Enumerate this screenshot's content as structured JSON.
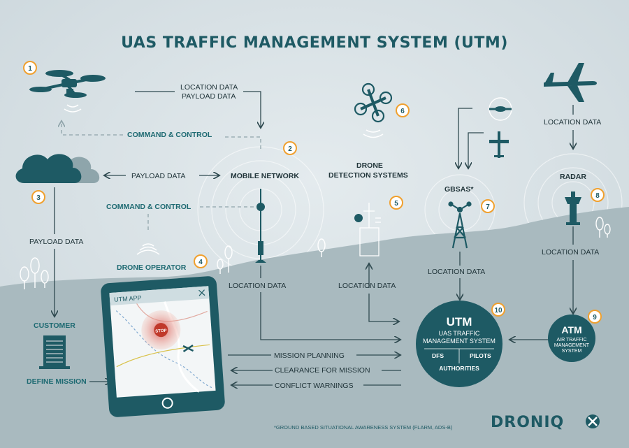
{
  "title": "UAS TRAFFIC MANAGEMENT SYSTEM (UTM)",
  "numbers": [
    "1",
    "2",
    "3",
    "4",
    "5",
    "6",
    "7",
    "8",
    "9",
    "10"
  ],
  "labels": {
    "location_payload_1": "LOCATION DATA",
    "location_payload_2": "PAYLOAD DATA",
    "command_control_top": "COMMAND & CONTROL",
    "payload_data_mid": "PAYLOAD DATA",
    "mobile_network": "MOBILE NETWORK",
    "command_control_mid": "COMMAND & CONTROL",
    "payload_data_left": "PAYLOAD DATA",
    "drone_detection_1": "DRONE",
    "drone_detection_2": "DETECTION SYSTEMS",
    "gbsas": "GBSAS*",
    "radar": "RADAR",
    "location_data_plane": "LOCATION DATA",
    "location_data_radar": "LOCATION DATA",
    "location_data_gbsas": "LOCATION DATA",
    "location_data_detection": "LOCATION DATA",
    "location_data_network": "LOCATION DATA",
    "drone_operator": "DRONE OPERATOR",
    "customer": "CUSTOMER",
    "define_mission": "DEFINE MISSION",
    "mission_planning": "MISSION PLANNING",
    "clearance": "CLEARANCE FOR MISSION",
    "conflict": "CONFLICT WARNINGS",
    "footnote": "*GROUND BASED SITUATIONAL AWARENESS SYSTEM (FLARM, ADS-B)"
  },
  "app": {
    "title": "UTM APP",
    "stop": "STOP"
  },
  "utm": {
    "title": "UTM",
    "sub1": "UAS TRAFFIC",
    "sub2": "MANAGEMENT SYSTEM",
    "dfs": "DFS",
    "pilots": "PILOTS",
    "authorities": "AUTHORITIES"
  },
  "atm": {
    "title": "ATM",
    "sub1": "AIR TRAFFIC",
    "sub2": "MANAGEMENT",
    "sub3": "SYSTEM"
  },
  "brand": "DRONIQ",
  "colors": {
    "dark_teal": "#1e5a64",
    "orange": "#f0a02e",
    "ground": "#a7b8bd",
    "sky": "#d3dde2"
  }
}
